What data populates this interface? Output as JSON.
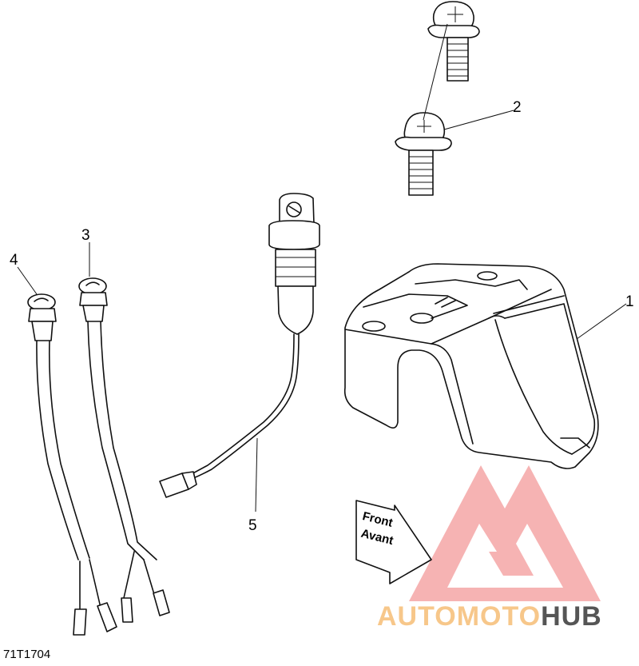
{
  "diagram": {
    "callouts": [
      "1",
      "2",
      "3",
      "4",
      "5"
    ],
    "arrow_label_line1": "Front",
    "arrow_label_line2": "Avant",
    "part_code": "71T1704"
  },
  "watermark": {
    "part1": "AUTOMOTO",
    "part2": "HUB",
    "color_primary": "#f4a6a6",
    "color_secondary": "#f7c78a",
    "color_hub": "#555555"
  }
}
